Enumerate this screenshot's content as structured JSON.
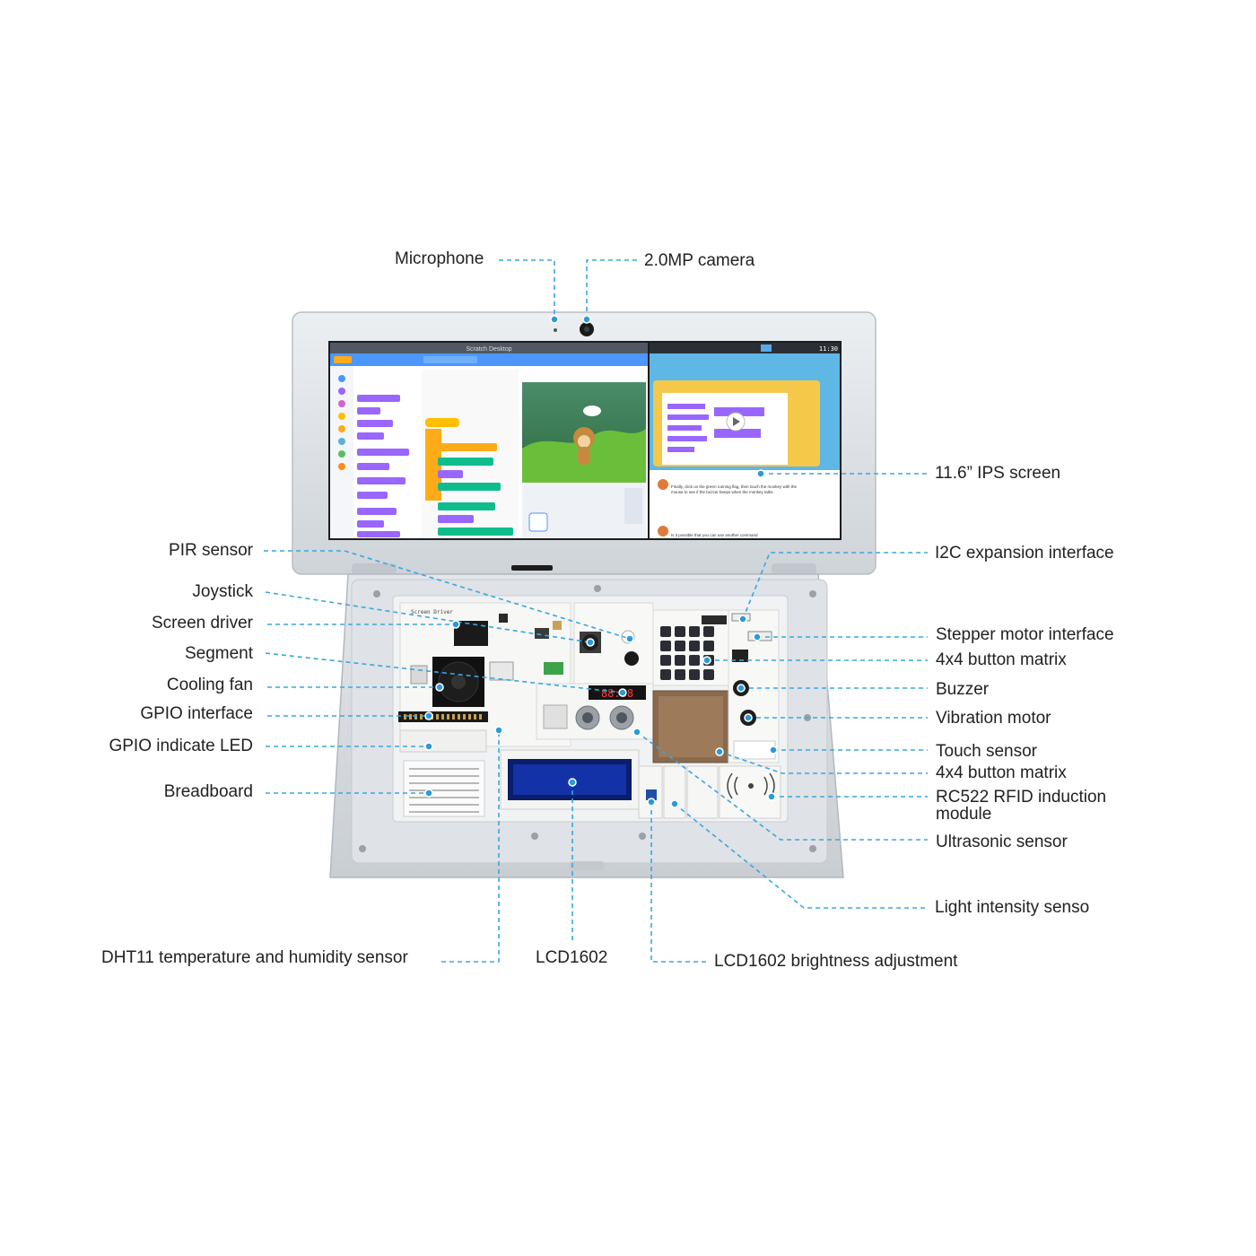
{
  "accent_color": "#2b9ad6",
  "device": {
    "screen_left_title": "Scratch Desktop",
    "screen_right_clock": "11:30",
    "tutorial_text": "Finally, click on the green running flag, then touch the monkey with the mouse to see if the buzzer beeps when the monkey talks.",
    "tutorial_text_2": "Is it possible that you can use another command",
    "screen_driver_silk": "Screen Driver",
    "segment_display": "88:88"
  },
  "labels": {
    "microphone": "Microphone",
    "camera": "2.0MP camera",
    "ips_screen": "11.6” IPS screen",
    "pir_sensor": "PIR sensor",
    "i2c": "I2C expansion interface",
    "joystick": "Joystick",
    "screen_driver": "Screen driver",
    "stepper": "Stepper motor interface",
    "segment": "Segment",
    "button_matrix_1": "4x4 button matrix",
    "cooling_fan": "Cooling fan",
    "buzzer": "Buzzer",
    "gpio_interface": "GPIO interface",
    "vibration_motor": "Vibration motor",
    "gpio_led": "GPIO indicate LED",
    "touch_sensor": "Touch sensor",
    "button_matrix_2": "4x4 button matrix",
    "breadboard": "Breadboard",
    "rfid_line1": "RC522 RFID induction",
    "rfid_line2": "module",
    "ultrasonic": "Ultrasonic sensor",
    "light_sensor": "Light intensity senso",
    "dht11": "DHT11 temperature and humidity sensor",
    "lcd1602": "LCD1602",
    "lcd_brightness": "LCD1602 brightness adjustment"
  }
}
